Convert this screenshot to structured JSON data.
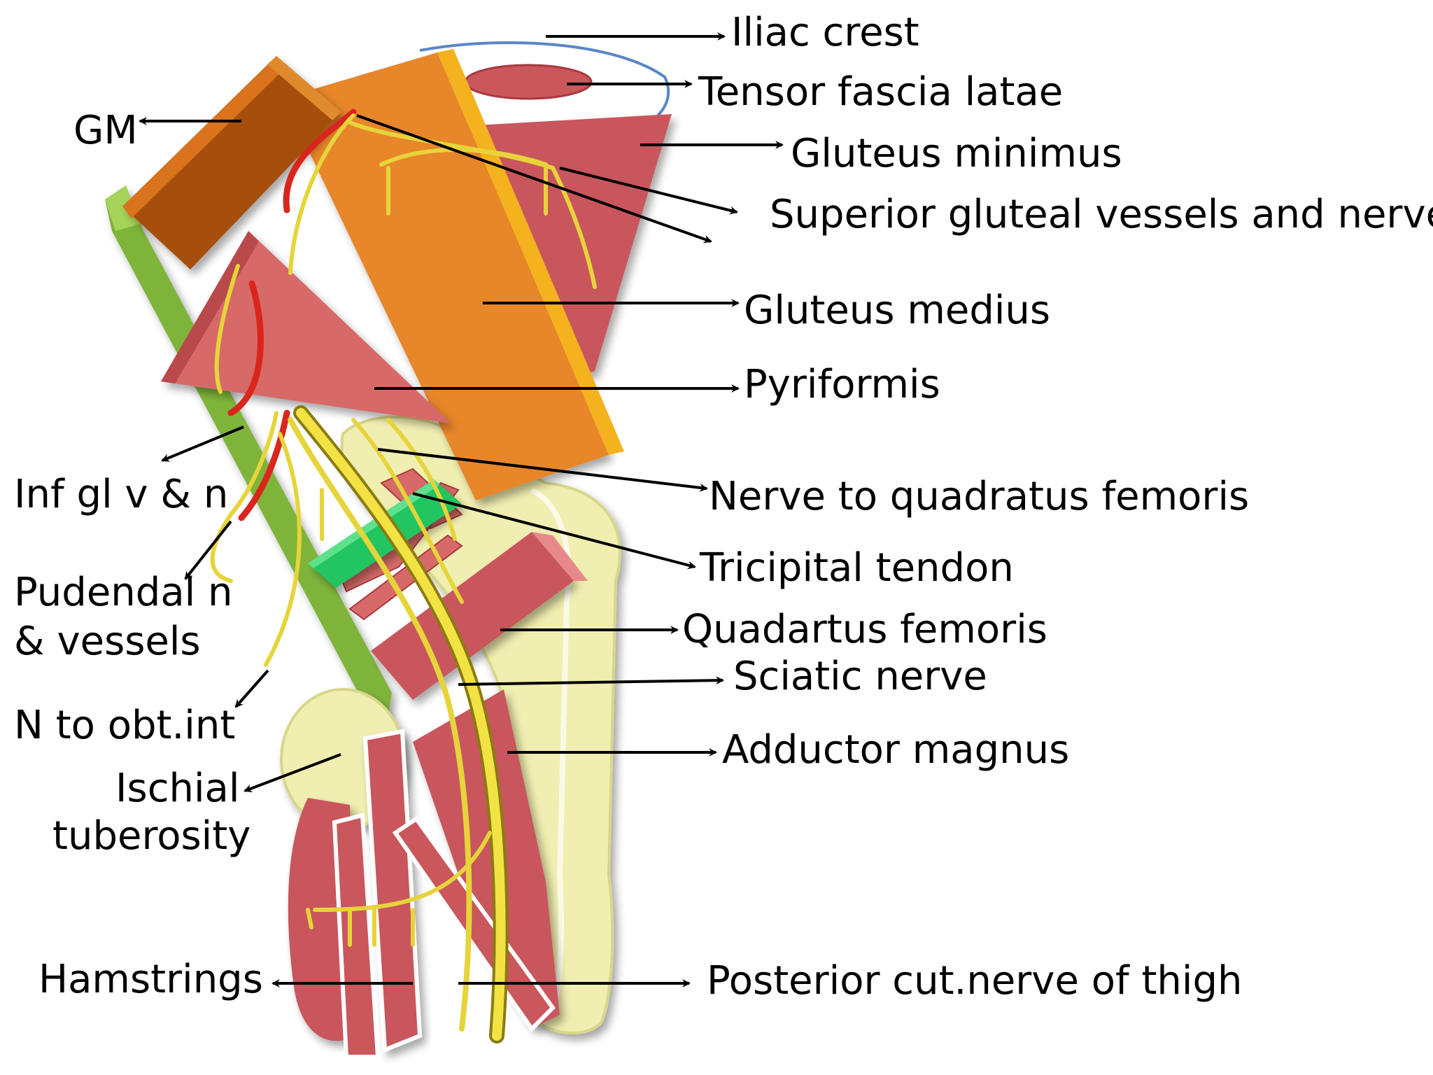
{
  "labels": {
    "iliac_crest": "Iliac crest",
    "tensor_fascia_latae": "Tensor fascia latae",
    "gluteus_minimus": "Gluteus minimus",
    "superior_gluteal": "Superior gluteal vessels and nerve",
    "gluteus_medius": "Gluteus medius",
    "pyriformis": "Pyriformis",
    "nerve_to_quadratus_femoris": "Nerve to quadratus femoris",
    "tricipital_tendon": "Tricipital tendon",
    "quadartus_femoris": "Quadartus femoris",
    "sciatic_nerve": "Sciatic nerve",
    "adductor_magnus": "Adductor magnus",
    "posterior_cut_nerve": "Posterior cut.nerve of thigh",
    "gm": "GM",
    "inf_gl": "Inf gl v & n",
    "pudendal_line1": "Pudendal n",
    "pudendal_line2": "& vessels",
    "n_to_obt_int": "N to obt.int",
    "ischial_line1": "Ischial",
    "ischial_line2": "tuberosity",
    "hamstrings": "Hamstrings"
  },
  "colors": {
    "muscle": "#c9575b",
    "muscle_dark": "#a8393f",
    "gluteus_medius": "#e8862a",
    "gm_box": "#b35a0e",
    "bone": "#f0eeb0",
    "nerve": "#e6d43a",
    "artery": "#d9261c",
    "pelvis": "#7fb43a",
    "tendon": "#22c55e",
    "arrow": "#000000"
  }
}
